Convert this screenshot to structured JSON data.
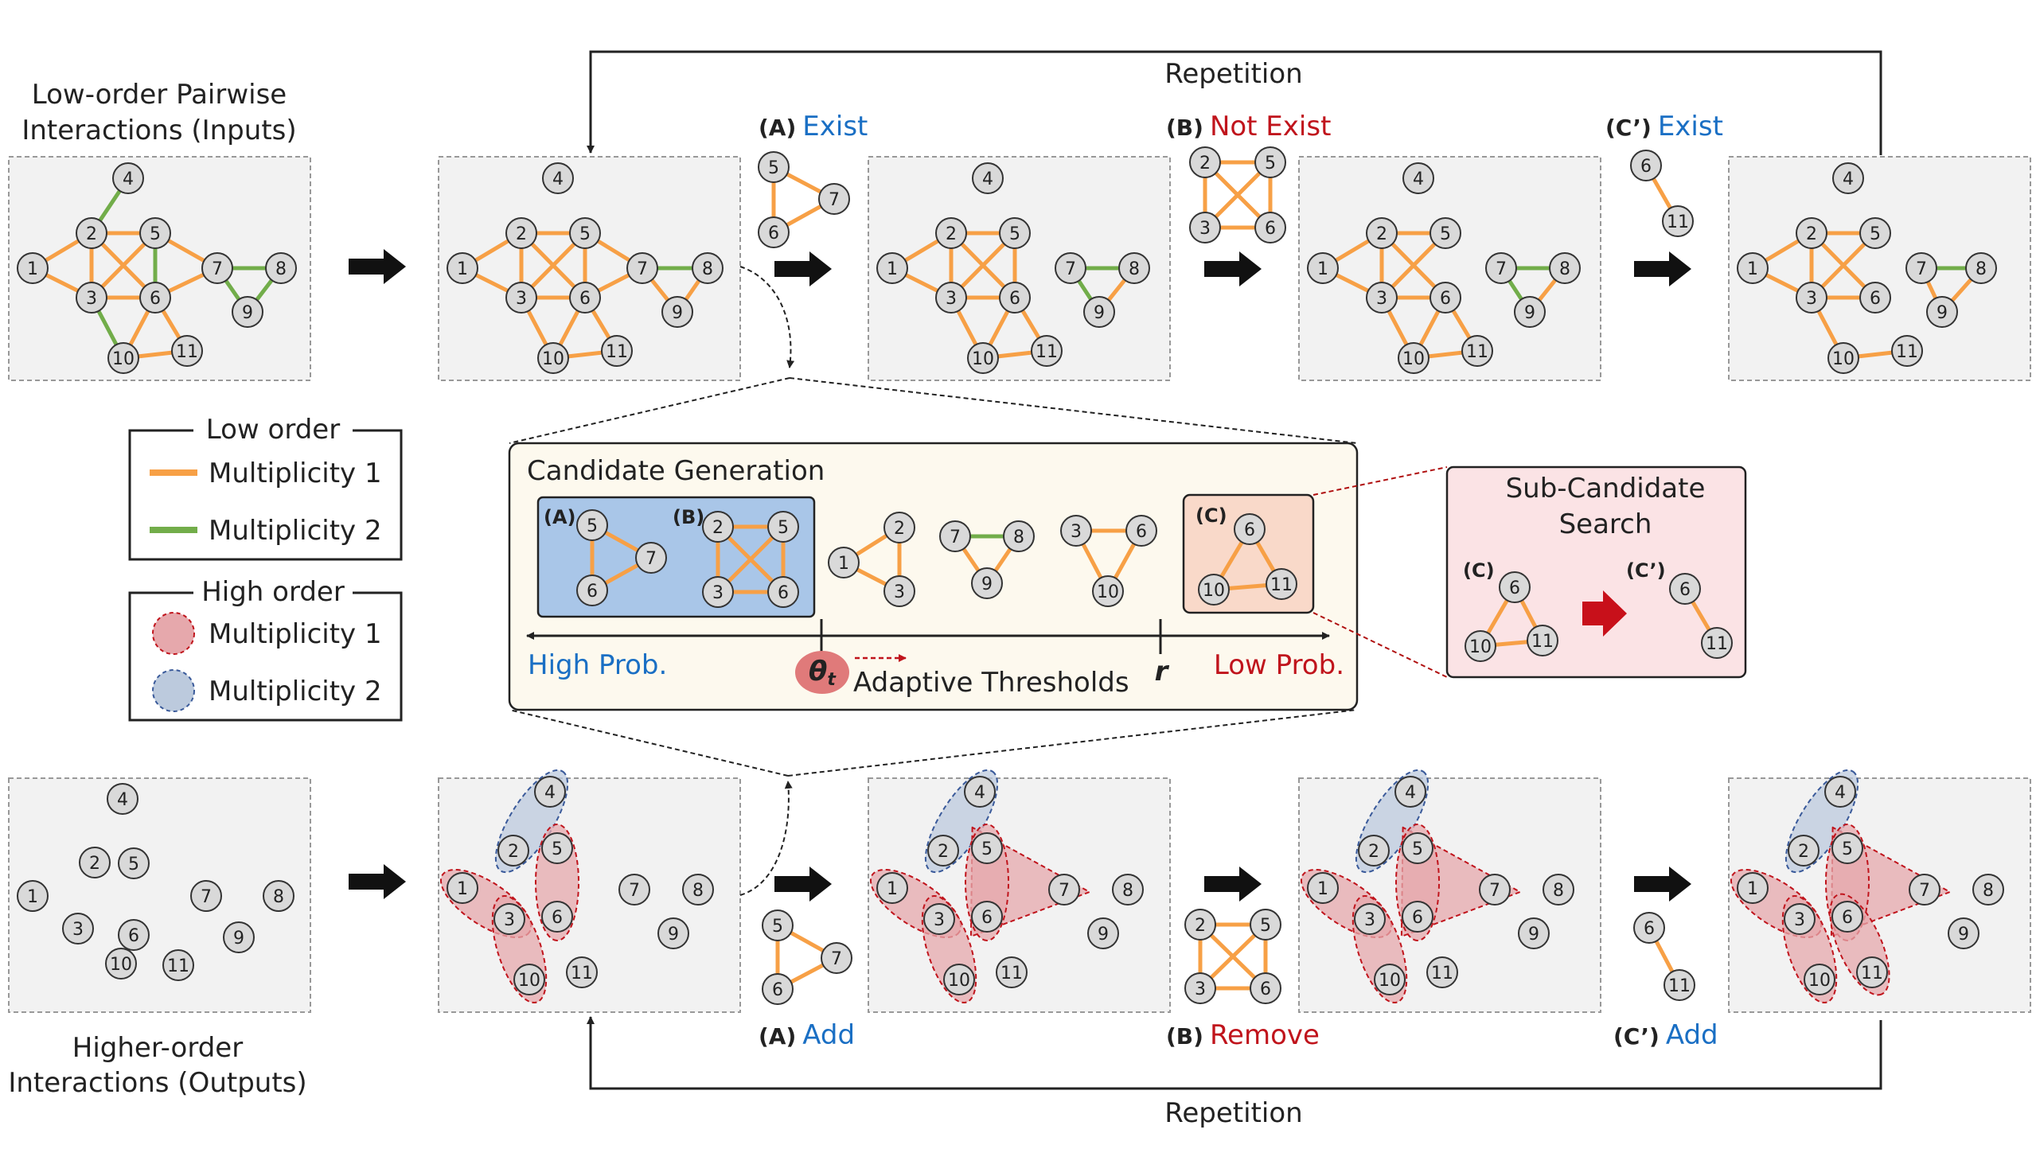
{
  "titles": {
    "inputs_line1": "Low-order Pairwise",
    "inputs_line2": "Interactions (Inputs)",
    "outputs_line1": "Higher-order",
    "outputs_line2": "Interactions (Outputs)",
    "repetition_top": "Repetition",
    "repetition_bottom": "Repetition"
  },
  "steps_top": [
    {
      "tag": "(A)",
      "word": "Exist",
      "color": "#1a6fc4"
    },
    {
      "tag": "(B)",
      "word": "Not Exist",
      "color": "#c0141c"
    },
    {
      "tag": "(C’)",
      "word": "Exist",
      "color": "#1a6fc4"
    }
  ],
  "steps_bottom": [
    {
      "tag": "(A)",
      "word": "Add",
      "color": "#1a6fc4"
    },
    {
      "tag": "(B)",
      "word": "Remove",
      "color": "#c0141c"
    },
    {
      "tag": "(C’)",
      "word": "Add",
      "color": "#1a6fc4"
    }
  ],
  "legend": {
    "low_title": "Low order",
    "low_m1": "Multiplicity 1",
    "low_m2": "Multiplicity 2",
    "high_title": "High order",
    "high_m1": "Multiplicity 1",
    "high_m2": "Multiplicity 2"
  },
  "candidate": {
    "title": "Candidate Generation",
    "tag_a": "(A)",
    "tag_b": "(B)",
    "tag_c": "(C)",
    "high_prob": "High Prob.",
    "low_prob": "Low Prob.",
    "theta": "θ",
    "theta_sub": "t",
    "r": "r",
    "adaptive": "Adaptive Thresholds"
  },
  "subcandidate": {
    "title_line1": "Sub-Candidate",
    "title_line2": "Search",
    "tag_c": "(C)",
    "tag_cp": "(C’)"
  },
  "node_labels": [
    "1",
    "2",
    "3",
    "4",
    "5",
    "6",
    "7",
    "8",
    "9",
    "10",
    "11"
  ],
  "colors": {
    "orange": "#f7a046",
    "green": "#72ad4a",
    "node_fill": "#d9d9d9",
    "panel_fill": "#f2f2f2",
    "red_region": "#e6a8ac",
    "blue_region": "#bccadd",
    "blue_text": "#1a6fc4",
    "red_text": "#c0141c",
    "cand_bg": "#fdf9ee",
    "blue_box": "#a9c6e8",
    "peach_box": "#f9d9c9",
    "pink_box": "#fbe3e5",
    "dark_red": "#b01010"
  }
}
